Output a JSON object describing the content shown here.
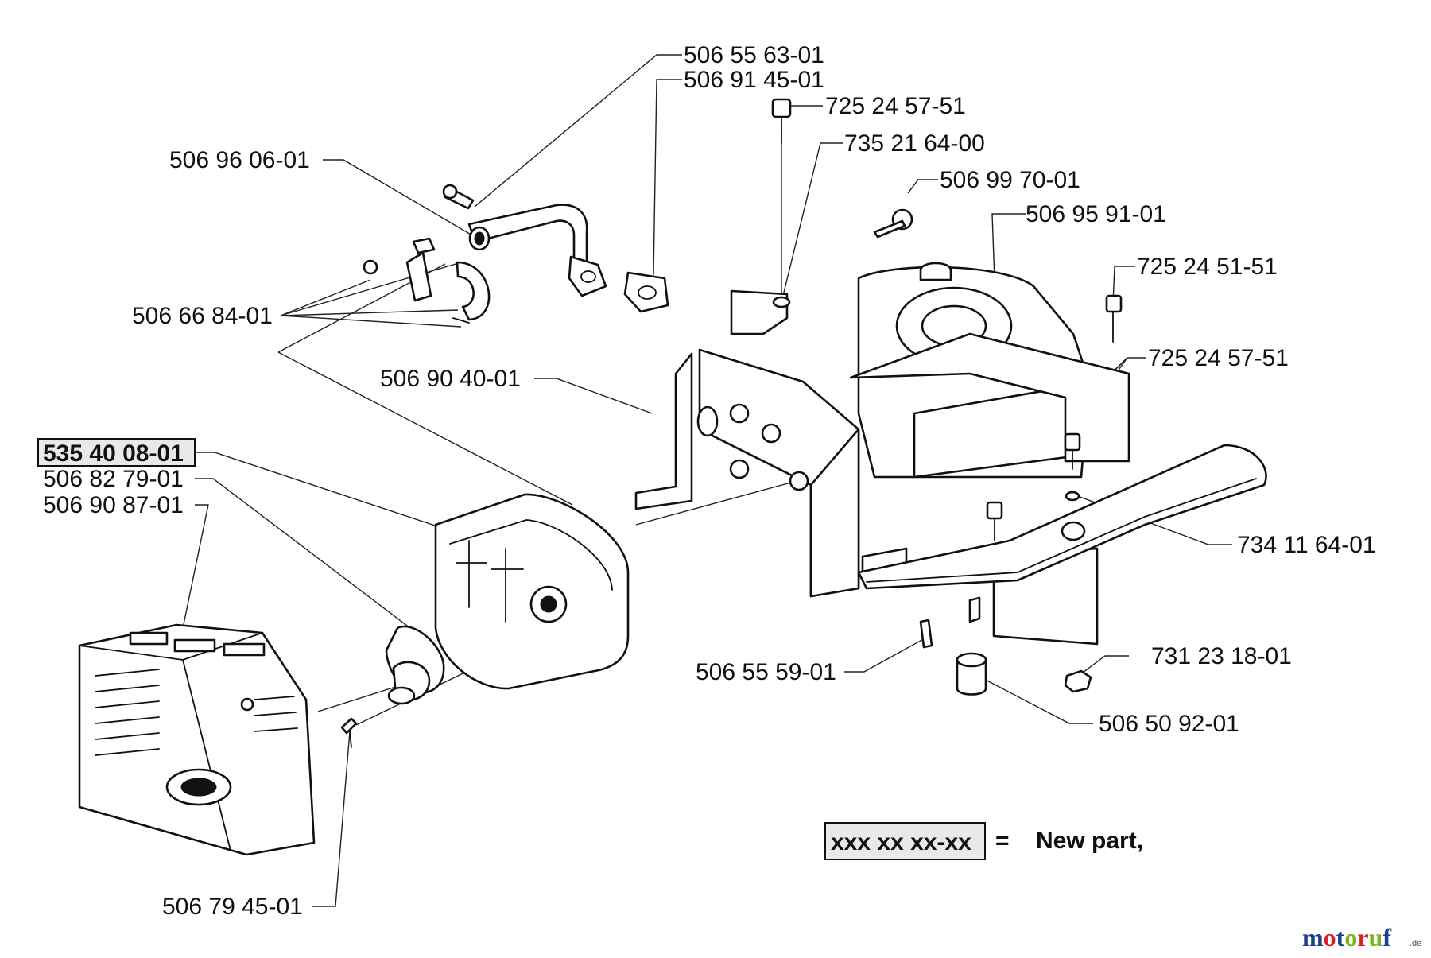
{
  "labels": {
    "p_506_55_63_01": "506 55 63-01",
    "p_506_91_45_01": "506 91 45-01",
    "p_725_24_57_51_top": "725 24 57-51",
    "p_506_96_06_01": "506 96 06-01",
    "p_735_21_64_00": "735 21 64-00",
    "p_506_99_70_01": "506 99 70-01",
    "p_506_95_91_01": "506 95 91-01",
    "p_725_24_51_51": "725 24 51-51",
    "p_506_66_84_01": "506 66 84-01",
    "p_725_24_57_51_mid": "725 24 57-51",
    "p_506_90_40_01": "506 90 40-01",
    "p_535_40_08_01": "535 40 08-01",
    "p_506_82_79_01": "506 82 79-01",
    "p_506_90_87_01": "506 90 87-01",
    "p_734_11_64_01": "734 11 64-01",
    "p_731_23_18_01": "731 23 18-01",
    "p_506_55_59_01": "506 55 59-01",
    "p_506_50_92_01": "506 50 92-01",
    "p_506_79_45_01": "506 79 45-01"
  },
  "legend": {
    "placeholder": "xxx xx xx-xx",
    "equals": "=",
    "text": "New part,"
  },
  "brand": {
    "name": "motoruf",
    "suffix": ".de",
    "colors": [
      "#1d3f8f",
      "#d8202a",
      "#1d3f8f",
      "#7ab51d",
      "#d8202a",
      "#7ab51d",
      "#1d3f8f"
    ]
  }
}
